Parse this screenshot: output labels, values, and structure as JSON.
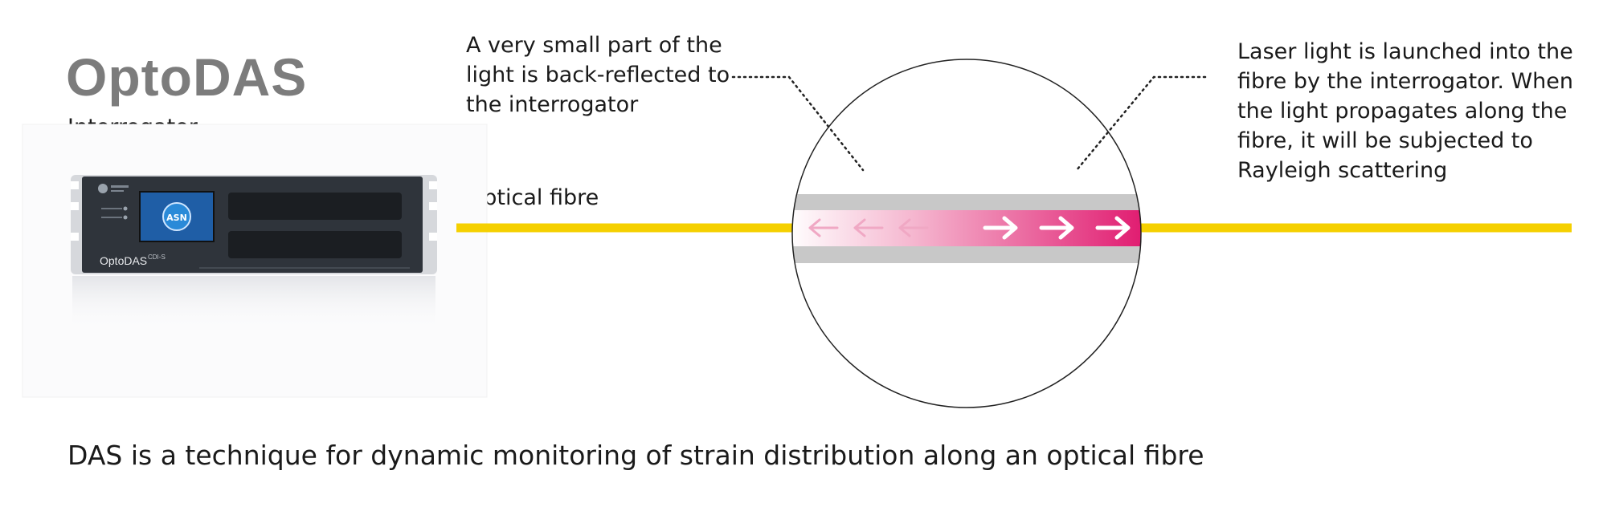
{
  "logo": "OptoDAS",
  "subtitle": "Interrogator",
  "device": {
    "brand_badge": "ASN",
    "front_label": "OptoDAS",
    "model_suffix": "CDI-S"
  },
  "fibre_label": "Optical fibre",
  "left_note": "A very small part of the light is back-reflected to the interrogator",
  "right_note": "Laser light is launched into the fibre by the interrogator. When the light propagates along the fibre, it will be subjected to Rayleigh scattering",
  "caption": "DAS is a technique for dynamic monitoring of strain distribution along an optical fibre",
  "colors": {
    "fibre": "#f5d000",
    "pulse": "#e0186e",
    "cladding": "#c8c8c8",
    "logo": "#7c7c7c"
  },
  "icons": [
    "backscatter-arrow-icon",
    "forward-arrow-icon"
  ]
}
